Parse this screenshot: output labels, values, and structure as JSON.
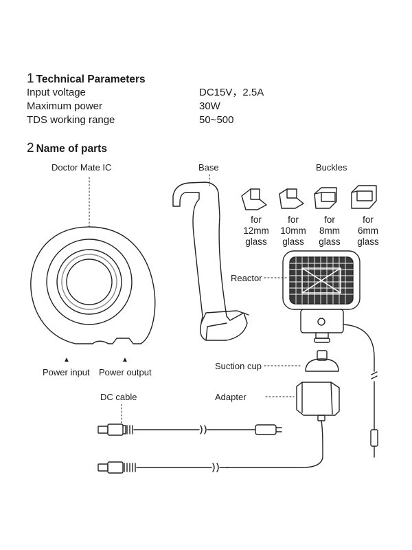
{
  "technical_parameters": {
    "number": "1",
    "title": "Technical Parameters",
    "rows": [
      {
        "name": "Input voltage",
        "value": "DC15V，2.5A"
      },
      {
        "name": "Maximum power",
        "value": "30W"
      },
      {
        "name": "TDS working range",
        "value": "50~500"
      }
    ]
  },
  "name_of_parts": {
    "number": "2",
    "title": "Name of parts",
    "labels": {
      "doctor_mate": "Doctor Mate IC",
      "base": "Base",
      "buckles": "Buckles",
      "reactor": "Reactor",
      "suction_cup": "Suction cup",
      "adapter": "Adapter",
      "dc_cable": "DC cable",
      "power_input": "Power input",
      "power_output": "Power output",
      "triangle": "▲"
    },
    "buckle_sizes": [
      {
        "line1": "for",
        "line2": "12mm",
        "line3": "glass"
      },
      {
        "line1": "for",
        "line2": "10mm",
        "line3": "glass"
      },
      {
        "line1": "for",
        "line2": "8mm",
        "line3": "glass"
      },
      {
        "line1": "for",
        "line2": "6mm",
        "line3": "glass"
      }
    ]
  }
}
